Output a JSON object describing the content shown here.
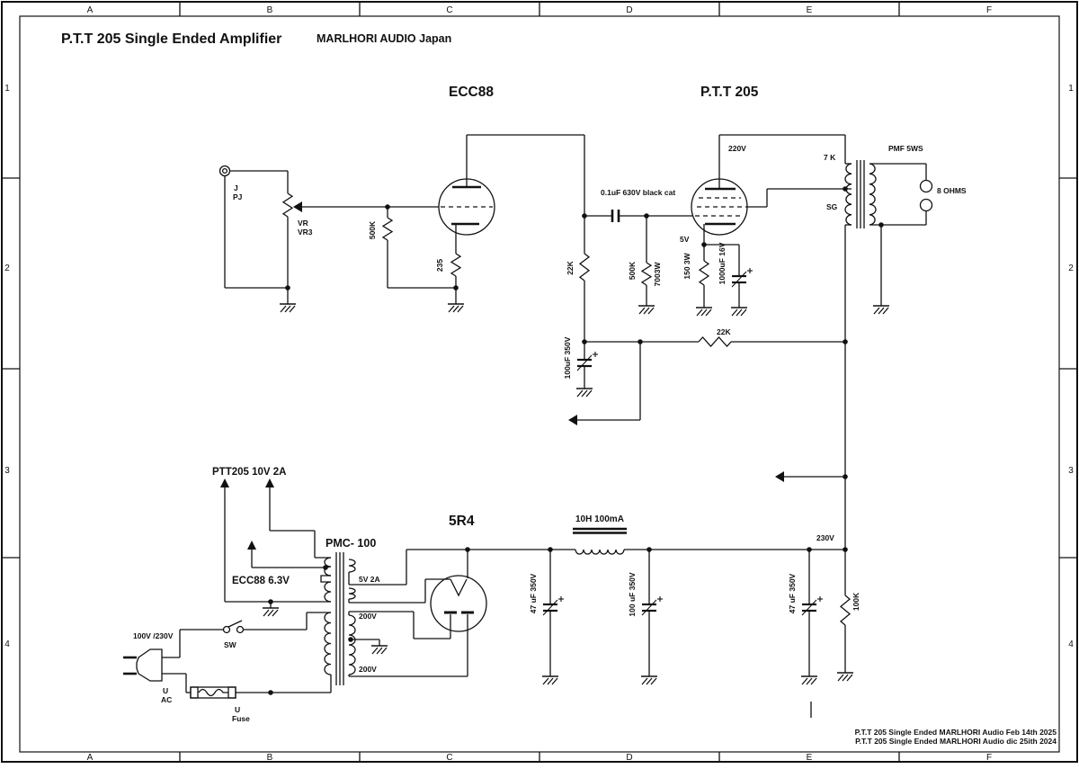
{
  "title": {
    "main": "P.T.T 205  Single Ended Amplifier",
    "brand": "MARLHORI AUDIO Japan"
  },
  "border": {
    "cols": [
      "A",
      "B",
      "C",
      "D",
      "E",
      "F"
    ],
    "rows": [
      "1",
      "2",
      "3",
      "4"
    ]
  },
  "labels": {
    "ecc88": "ECC88",
    "ptt205": "P.T.T 205",
    "rect5r4": "5R4",
    "pmf5ws": "PMF 5WS",
    "pmc100": "PMC- 100",
    "choke": "10H 100mA",
    "jack_j": "J",
    "jack_pj": "PJ",
    "vr": "VR",
    "vr3": "VR3",
    "grid_r": "500K",
    "cathode_r": "235",
    "plate_r": "22K",
    "coupling_cap": "0.1uF 630V black cat",
    "gridleak_r": "500K",
    "gridleak_w": "7003W",
    "plate_v": "220V",
    "cathode_v": "5V",
    "out_cathode_r": "150 3W",
    "out_cathode_c": "1000uF 16V",
    "decouple_c": "100uF 350V",
    "dropper_r": "22K",
    "primary_z": "7 K",
    "sg": "SG",
    "speaker": "8 OHMS",
    "b1_c": "47 uF 350V",
    "b2_c": "100 uF 350V",
    "b3_c": "47 uF 350V",
    "bleeder_r": "100K",
    "b_voltage": "230V",
    "filament_label": "PTT205  10V 2A",
    "heater_label": "ECC88 6.3V",
    "w5v": "5V 2A",
    "w200v_a": "200V",
    "w200v_b": "200V",
    "mains": "100V /230V",
    "sw": "SW",
    "u_ac_u": "U",
    "u_ac": "AC",
    "u_fuse_u": "U",
    "u_fuse": "Fuse"
  },
  "footer": {
    "line1": "P.T.T 205 Single Ended  MARLHORI Audio Feb 14th 2025",
    "line2": "P.T.T 205 Single Ended  MARLHORI Audio dic 25ith 2024"
  }
}
